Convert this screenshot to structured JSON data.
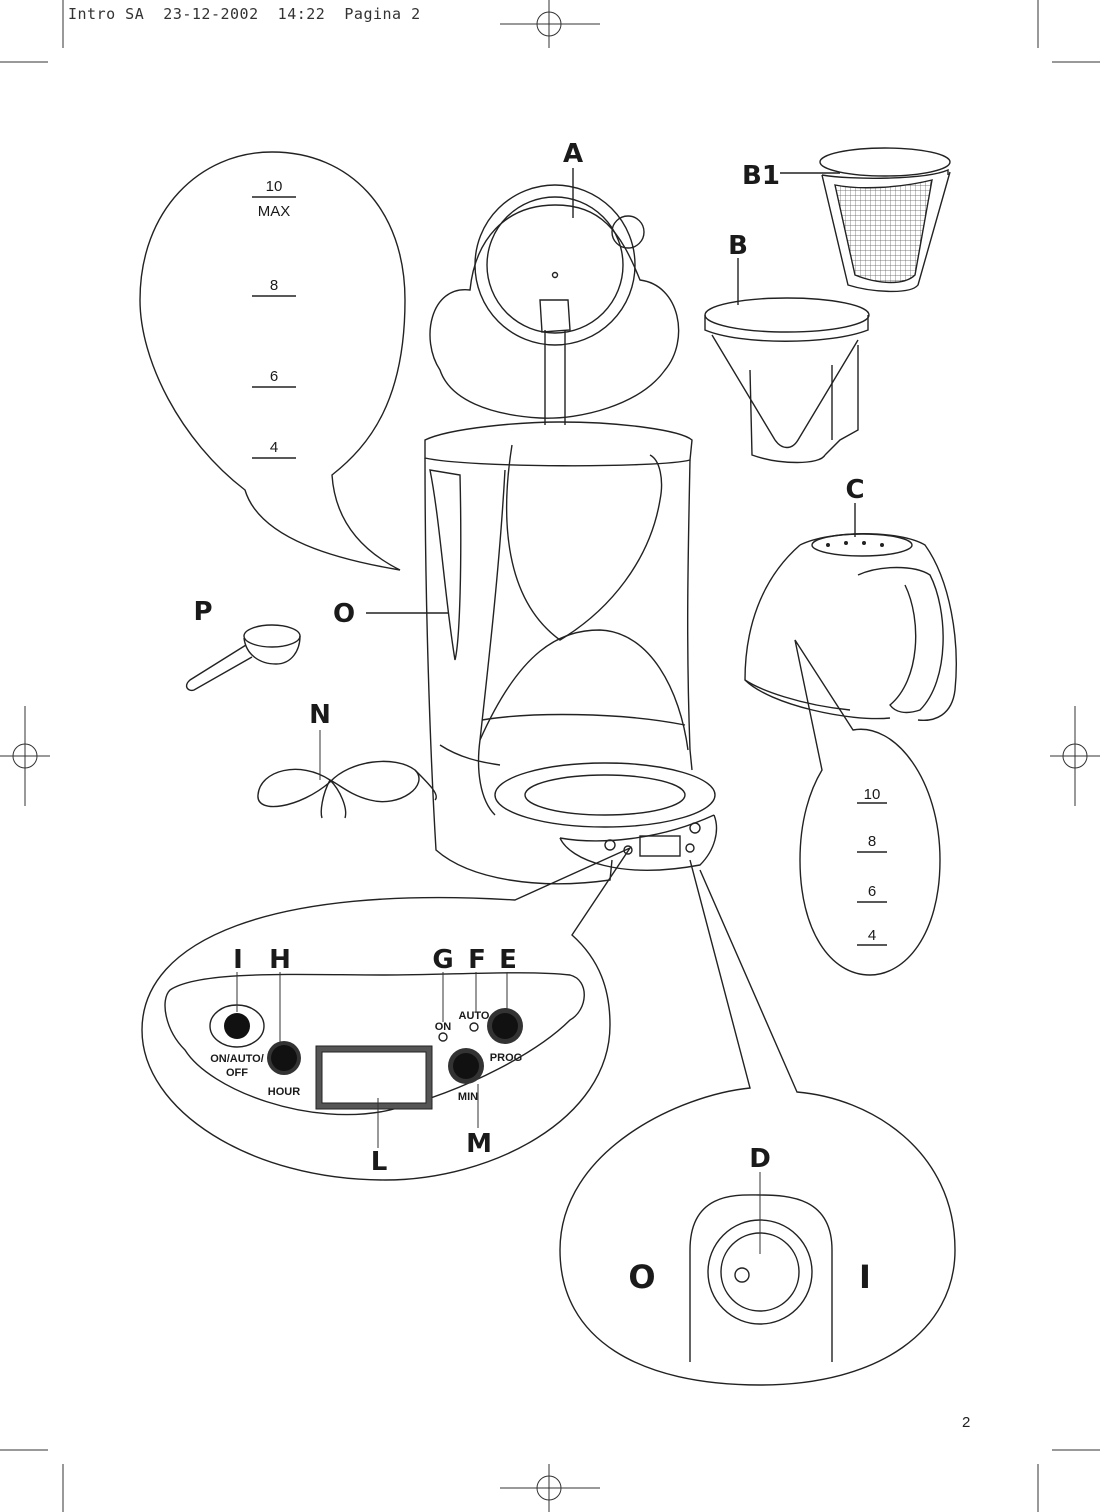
{
  "header": {
    "text": "Intro SA  23-12-2002  14:22  Pagina 2"
  },
  "page_number": "2",
  "labels": {
    "A": "A",
    "B1": "B1",
    "B": "B",
    "C": "C",
    "P": "P",
    "O": "O",
    "N": "N",
    "I": "I",
    "H": "H",
    "G": "G",
    "F": "F",
    "E": "E",
    "L": "L",
    "M": "M",
    "D": "D"
  },
  "reservoir_scale": [
    "10",
    "MAX",
    "8",
    "6",
    "4"
  ],
  "jug_scale": [
    "10",
    "8",
    "6",
    "4"
  ],
  "control_panel": {
    "on_auto_off": [
      "ON/AUTO/",
      "OFF"
    ],
    "hour": "HOUR",
    "min": "MIN",
    "prog": "PROG",
    "on": "ON",
    "auto": "AUTO"
  },
  "switch": {
    "off_symbol": "O",
    "on_symbol": "I"
  }
}
